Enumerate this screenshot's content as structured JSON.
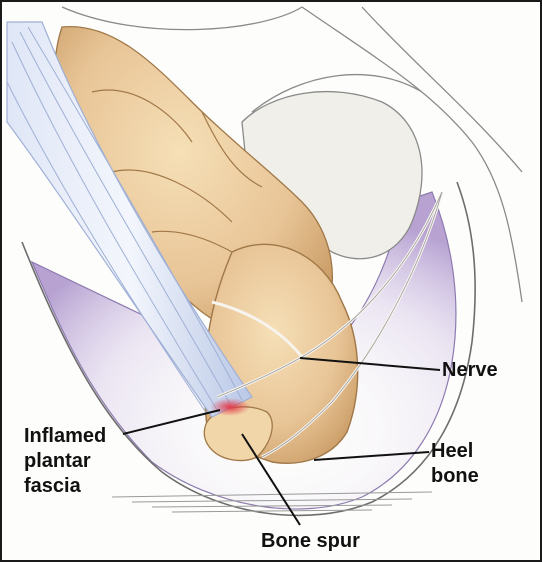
{
  "labels": {
    "nerve": "Nerve",
    "heel_bone": [
      "Heel",
      "bone"
    ],
    "inflamed_plantar_fascia": [
      "Inflamed",
      "plantar",
      "fascia"
    ],
    "bone_spur": "Bone spur"
  },
  "colors": {
    "bone": "#e8c597",
    "bone_shadow": "#c99a63",
    "fascia": "#cbd6ee",
    "fascia_line": "#9fb0d6",
    "soft_tissue": "#c8b7dc",
    "inflammation": "#e23a4a",
    "outline": "#6d6d6d"
  }
}
